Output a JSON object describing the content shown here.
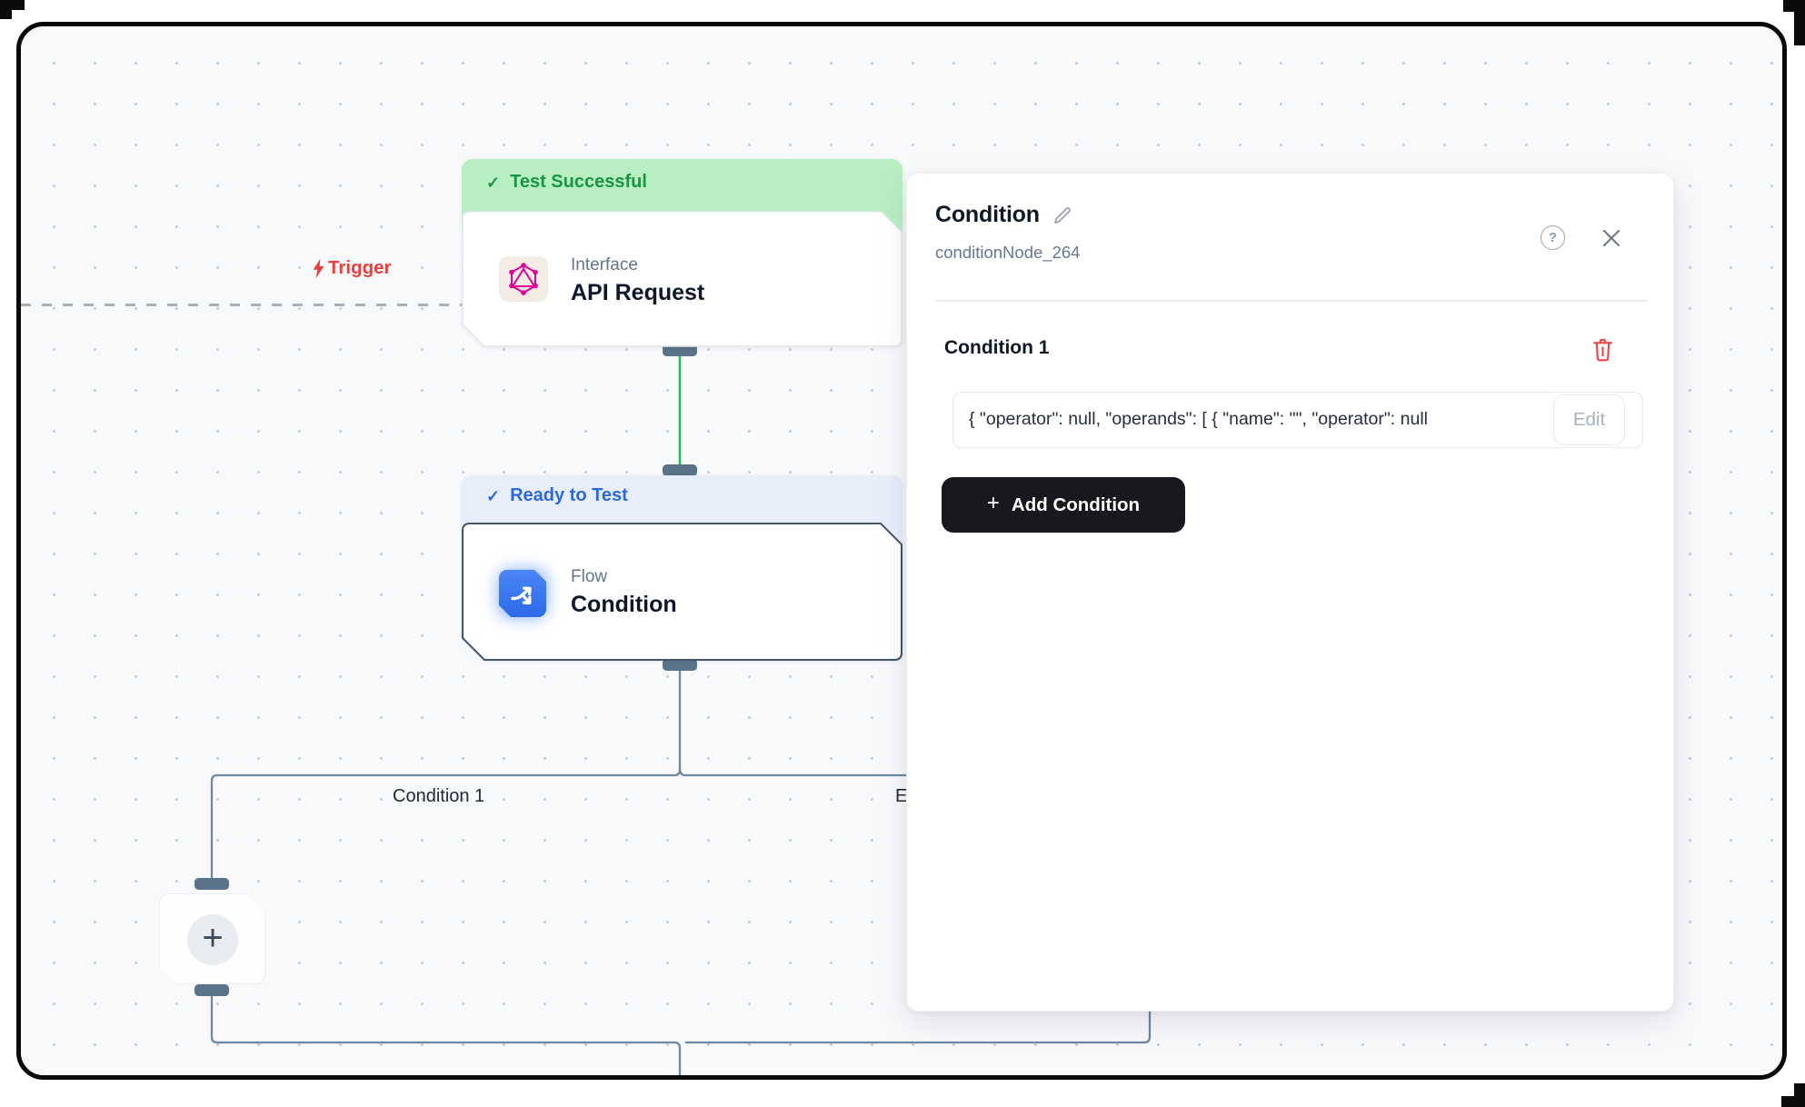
{
  "icons": {
    "check": "✓",
    "plus": "+",
    "question": "?"
  },
  "canvas": {
    "trigger": {
      "label": "Trigger"
    },
    "nodes": {
      "api_request": {
        "status": "Test Successful",
        "category": "Interface",
        "title": "API Request"
      },
      "condition": {
        "status": "Ready to Test",
        "category": "Flow",
        "title": "Condition"
      }
    },
    "branches": {
      "left_label": "Condition 1",
      "right_label": "Else"
    }
  },
  "panel": {
    "title": "Condition",
    "node_id": "conditionNode_264",
    "condition": {
      "title": "Condition 1",
      "expression": "{ \"operator\": null, \"operands\": [ {   \"name\": \"\",   \"operator\": null",
      "edit_label": "Edit"
    },
    "add_condition_label": "Add Condition"
  },
  "colors": {
    "edge_green": "#25c054",
    "edge_slate": "#7288a0",
    "status_green_bg": "#b7efc2",
    "status_green_text": "#179544",
    "status_blue_bg": "#e8edfa",
    "status_blue_text": "#2c67dd",
    "trigger_red": "#e8413d",
    "node_blue": "#3b82f6",
    "danger_red": "#ef4444",
    "button_black": "#17191e"
  }
}
